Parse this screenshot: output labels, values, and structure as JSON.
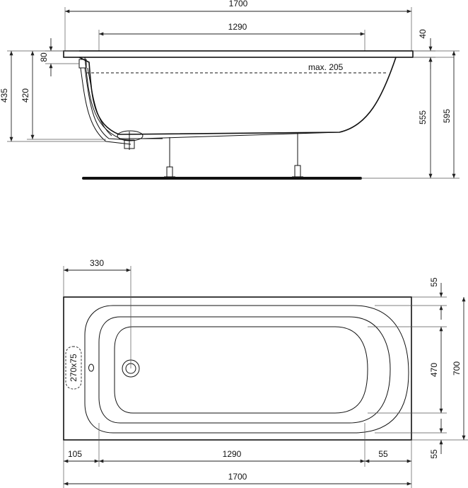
{
  "side_view": {
    "dims": {
      "overall_length": "1700",
      "inner_length": "1290",
      "rim": "40",
      "overflow_offset": "80",
      "height_total": "435",
      "height_overflow": "420",
      "depth_inner": "555",
      "depth_total": "595"
    },
    "water_level_label": "max. 205"
  },
  "top_view": {
    "dims": {
      "drain_offset": "330",
      "top_margin": "55",
      "inner_width": "470",
      "outer_width": "700",
      "bottom_margin": "55",
      "left_margin": "105",
      "inner_length": "1290",
      "right_margin": "55",
      "overall_length": "1700"
    },
    "panel_label": "270x75"
  }
}
